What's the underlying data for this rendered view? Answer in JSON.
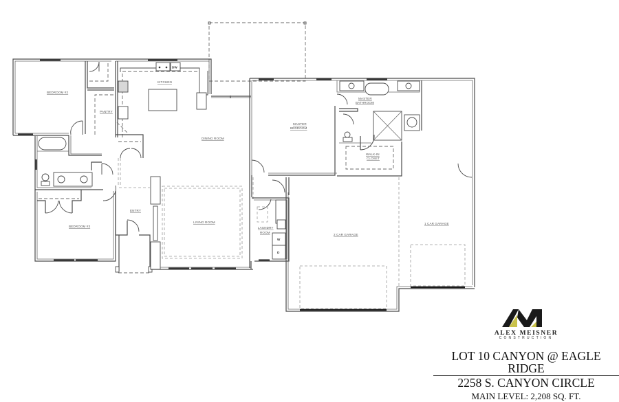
{
  "plan": {
    "rooms": {
      "bedroom2": "BEDROOM #2",
      "pantry": "PANTRY",
      "kitchen": "KITCHEN",
      "dining_room": "DINING ROOM",
      "master_bedroom_line1": "MASTER",
      "master_bedroom_line2": "BEDROOM",
      "master_bathroom_line1": "MASTER",
      "master_bathroom_line2": "BATHROOM",
      "walkin_closet_line1": "WALK-IN",
      "walkin_closet_line2": "CLOSET",
      "bedroom3": "BEDROOM #3",
      "entry": "ENTRY",
      "living_room": "LIVING ROOM",
      "laundry_room_line1": "LAUNDRY",
      "laundry_room_line2": "ROOM",
      "two_car_garage": "2 CAR GARAGE",
      "one_car_garage": "1 CAR GARAGE"
    },
    "fixtures": {
      "dishwasher": "DW",
      "washer": "W",
      "dryer": "D"
    }
  },
  "title_block": {
    "brand_name": "ALEX MEISNER",
    "brand_sub": "CONSTRUCTION",
    "logo_letters": "AM",
    "logo_accent_color": "#c9c24a",
    "logo_dark_color": "#1a1a1a",
    "lot_title": "LOT 10 CANYON @ EAGLE RIDGE",
    "address": "2258 S. CANYON CIRCLE",
    "square_footage": "MAIN LEVEL:  2,208 SQ. FT."
  }
}
